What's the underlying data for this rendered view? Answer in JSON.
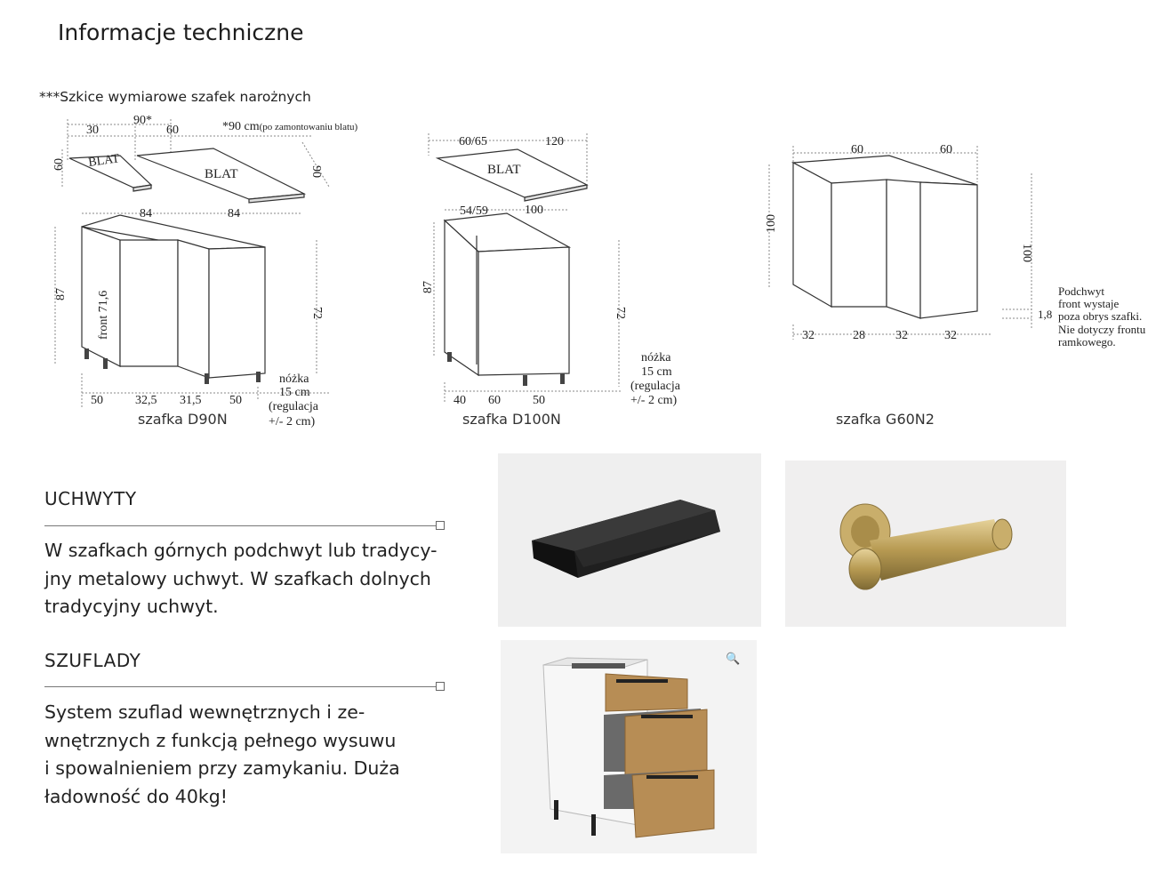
{
  "title": "Informacje techniczne",
  "sketch_note": "***Szkice wymiarowe szafek narożnych",
  "d90n": {
    "top_total": "90*",
    "top_30": "30",
    "top_60": "60",
    "top_note": "*90 cm",
    "top_note_small": "(po zamontowaniu blatu)",
    "blat_left": "BLAT",
    "blat_right": "BLAT",
    "depth_left": "60",
    "depth_right": "90",
    "w84a": "84",
    "w84b": "84",
    "h87": "87",
    "front": "front 71,6",
    "h72": "72",
    "b50a": "50",
    "b32_5": "32,5",
    "b31_5": "31,5",
    "b50b": "50",
    "leg1": "nóżka",
    "leg2": "15 cm",
    "leg3": "(regulacja",
    "leg4": "+/- 2 cm)",
    "caption": "szafka D90N"
  },
  "d100n": {
    "top_a": "60/65",
    "top_b": "120",
    "blat": "BLAT",
    "w_a": "54/59",
    "w_b": "100",
    "h87": "87",
    "h72": "72",
    "b40": "40",
    "b60": "60",
    "b50": "50",
    "leg1": "nóżka",
    "leg2": "15 cm",
    "leg3": "(regulacja",
    "leg4": "+/- 2 cm)",
    "caption": "szafka D100N"
  },
  "g60n2": {
    "top_a": "60",
    "top_b": "60",
    "h_left": "100",
    "h_right": "100",
    "b32a": "32",
    "b28": "28",
    "b32b": "32",
    "b32c": "32",
    "gap": "1,8",
    "note1": "Podchwyt",
    "note2": "front wystaje",
    "note3": "poza obrys szafki.",
    "note4": "Nie dotyczy frontu",
    "note5": "ramkowego.",
    "caption": "szafka G60N2"
  },
  "handles": {
    "heading": "UCHWYTY",
    "line1": "W szafkach górnych podchwyt lub tradycy-",
    "line2": "jny metalowy uchwyt. W szafkach dolnych",
    "line3": "tradycyjny uchwyt."
  },
  "drawers": {
    "heading": "SZUFLADY",
    "line1": "System szuflad wewnętrznych i ze-",
    "line2": "wnętrznych z funkcją pełnego wysuwu",
    "line3": "i spowalnieniem przy zamykaniu. Duża",
    "line4": "ładowność do 40kg!"
  }
}
